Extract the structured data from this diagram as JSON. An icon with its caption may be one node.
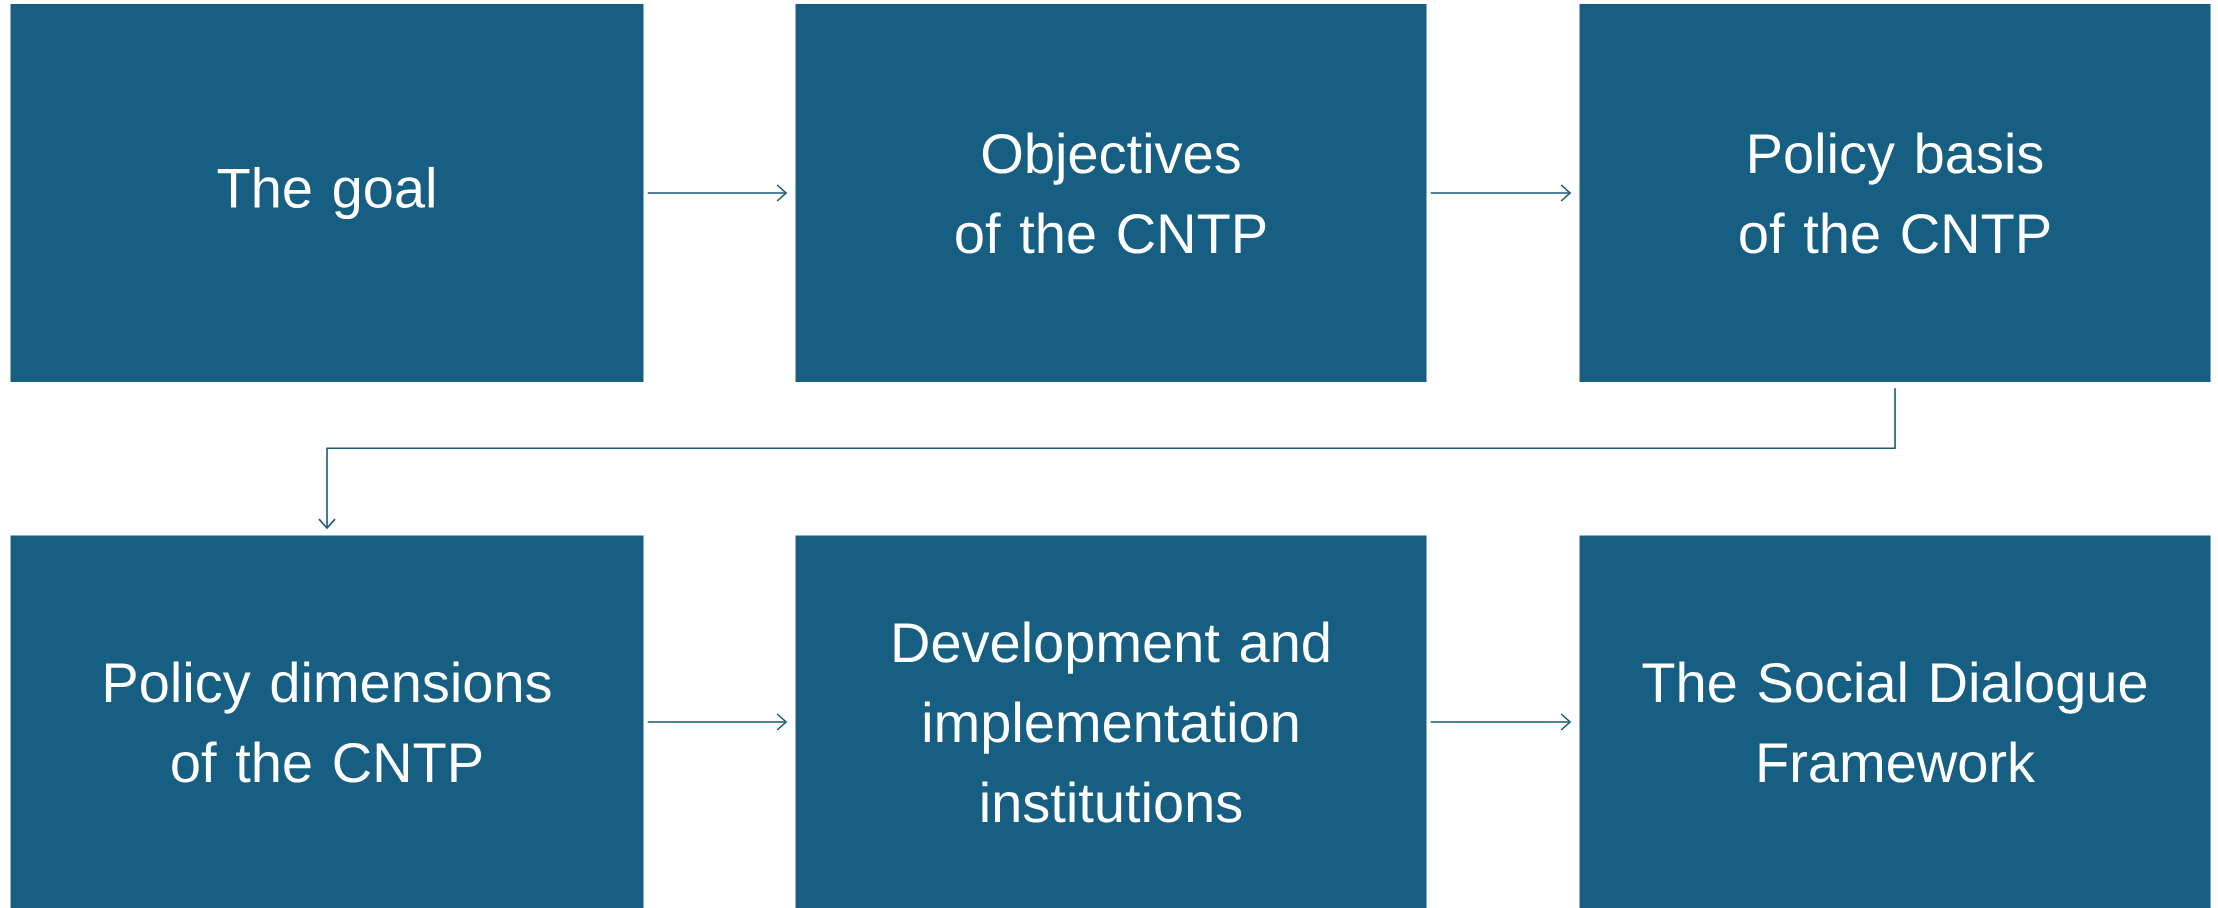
{
  "diagram": {
    "nodes": [
      {
        "text": [
          "The goal"
        ]
      },
      {
        "text": [
          "Objectives of the CNTP"
        ]
      },
      {
        "text": [
          "Policy basis of the CNTP"
        ]
      },
      {
        "text": [
          "Policy dimensions of the CNTP"
        ]
      },
      {
        "text": [
          "Development and implementation institutions"
        ]
      },
      {
        "text": [
          "The Social Dialogue Framework"
        ]
      }
    ],
    "edges": [
      {
        "from": 0,
        "to": 1,
        "arrow": "to"
      },
      {
        "from": 1,
        "to": 2,
        "arrow": "to"
      },
      {
        "from": 2,
        "to": 3,
        "arrow": "to"
      },
      {
        "from": 3,
        "to": 4,
        "arrow": "to"
      },
      {
        "from": 4,
        "to": 5,
        "arrow": "to"
      }
    ]
  }
}
